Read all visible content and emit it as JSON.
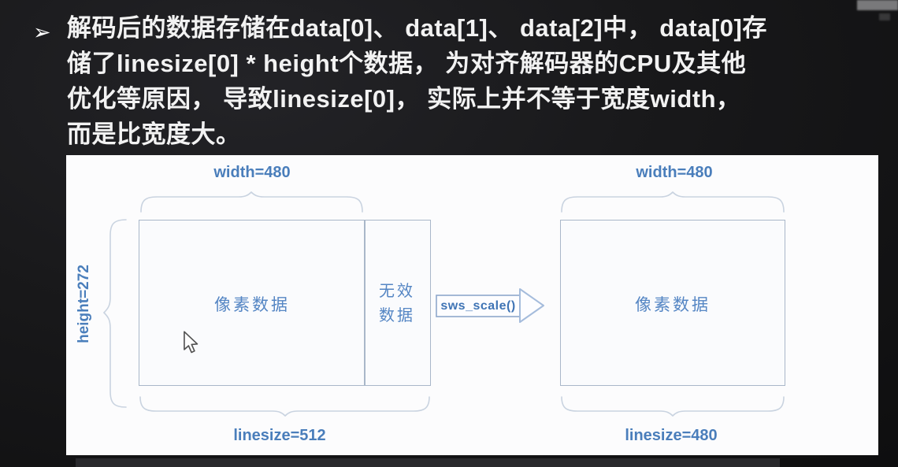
{
  "title": {
    "bullet_glyph": "➢",
    "lines": [
      "解码后的数据存储在data[0]、 data[1]、 data[2]中， data[0]存",
      "储了linesize[0] * height个数据， 为对齐解码器的CPU及其他",
      "优化等原因， 导致linesize[0]， 实际上并不等于宽度width，",
      "而是比宽度大。"
    ]
  },
  "diagram": {
    "left": {
      "width_label": "width=480",
      "height_label": "height=272",
      "pixel_data_label": "像素数据",
      "invalid_data_lines": [
        "无效",
        "数据"
      ],
      "linesize_label": "linesize=512"
    },
    "transform": {
      "function_label": "sws_scale()"
    },
    "right": {
      "width_label": "width=480",
      "pixel_data_label": "像素数据",
      "linesize_label": "linesize=480"
    }
  },
  "colors": {
    "accent_blue": "#4a7ebb",
    "cjk_blue": "#5586c4",
    "box_border": "#a9b7c9",
    "brace": "#c9d3e0",
    "panel_bg": "#fcfcfd",
    "slide_bg": "#19191b",
    "slide_text": "#f2f2f2"
  }
}
